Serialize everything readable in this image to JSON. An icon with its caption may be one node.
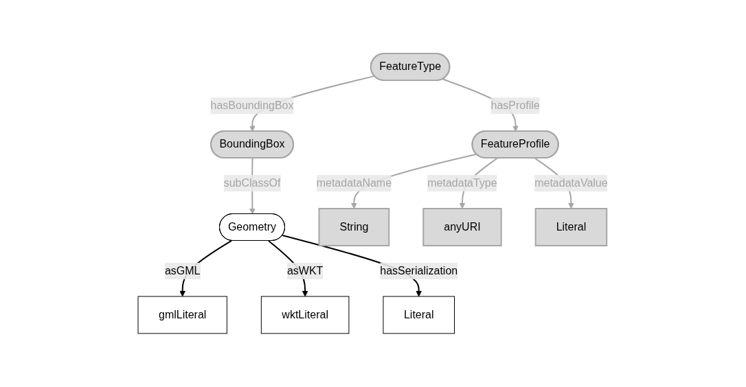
{
  "diagram": {
    "nodes": [
      {
        "text": [
          "String"
        ]
      },
      {
        "text": [
          "BoundingBox"
        ]
      },
      {
        "text": [
          "Geometry"
        ]
      },
      {
        "text": [
          "FeatureProfile"
        ]
      },
      {
        "text": [
          "FeatureType"
        ]
      },
      {
        "text": [
          "gmlLiteral"
        ]
      },
      {
        "text": [
          "wktLiteral"
        ]
      },
      {
        "text": [
          "Literal"
        ]
      },
      {
        "text": [
          "anyURI"
        ]
      },
      {
        "text": [
          "Literal"
        ]
      }
    ],
    "edges": [
      {
        "from": 3,
        "to": 0,
        "label": "metadataName",
        "arrow": "to"
      },
      {
        "from": 1,
        "to": 2,
        "label": "subClassOf",
        "arrow": "to"
      },
      {
        "from": 4,
        "to": 1,
        "label": "hasBoundingBox",
        "arrow": "to"
      },
      {
        "from": 4,
        "to": 3,
        "label": "hasProfile",
        "arrow": "to"
      },
      {
        "from": 3,
        "to": 8,
        "label": "metadataType",
        "arrow": "to"
      },
      {
        "from": 3,
        "to": 9,
        "label": "metadataValue",
        "arrow": "to"
      },
      {
        "from": 2,
        "to": 5,
        "label": "asGML",
        "arrow": "to",
        "color": "#000000"
      },
      {
        "from": 2,
        "to": 6,
        "label": "asWKT",
        "arrow": "to",
        "color": "#000000"
      },
      {
        "from": 2,
        "to": 7,
        "label": "hasSerialization",
        "arrow": "to",
        "color": "#000000"
      }
    ]
  }
}
